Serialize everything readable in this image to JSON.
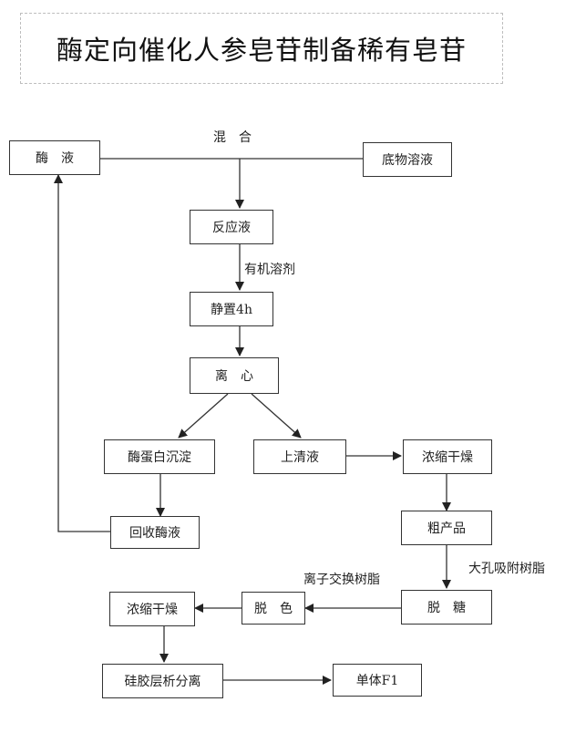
{
  "title": "酶定向催化人参皂苷制备稀有皂苷",
  "nodes": {
    "enzyme_liquid": "酶　液",
    "substrate_solution": "底物溶液",
    "reaction_liquid": "反应液",
    "standing": "静置4h",
    "centrifuge": "离　心",
    "enzyme_precipitate": "酶蛋白沉淀",
    "supernatant": "上清液",
    "concentrate_dry_1": "浓缩干燥",
    "recovered_enzyme": "回收酶液",
    "crude_product": "粗产品",
    "desugar": "脱　糖",
    "decolor": "脱　色",
    "concentrate_dry_2": "浓缩干燥",
    "silica_separation": "硅胶层析分离",
    "monomer": "单体F1"
  },
  "labels": {
    "mix": "混　合",
    "organic_solvent": "有机溶剂",
    "macroporous_resin": "大孔吸附树脂",
    "ion_exchange_resin": "离子交换树脂"
  }
}
